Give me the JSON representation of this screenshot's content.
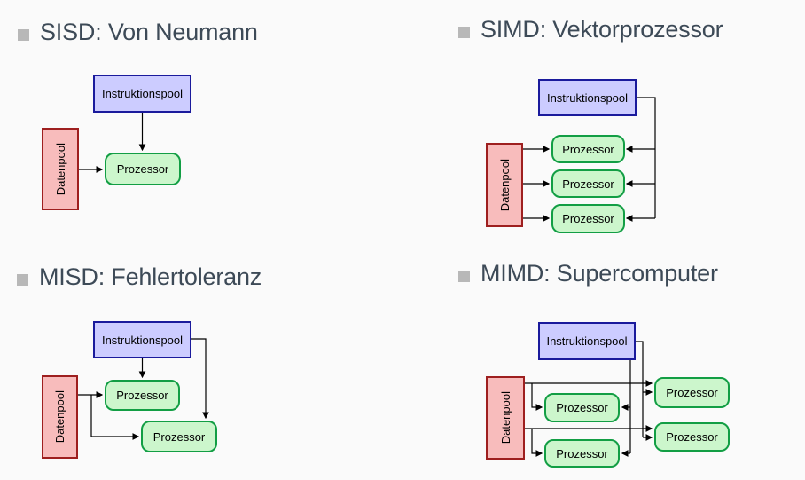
{
  "colors": {
    "background": "#fafafa",
    "title_text": "#3d4a57",
    "bullet": "#b8b8b8",
    "instr_fill": "#ccccff",
    "instr_border": "#1a1a9c",
    "data_fill": "#f8bcbc",
    "data_border": "#9e1f1f",
    "proc_fill": "#ccf6cc",
    "proc_border": "#129e44",
    "edge": "#000000"
  },
  "sections": {
    "sisd": {
      "title": "SISD: Von Neumann",
      "nodes": {
        "instruktionspool": "Instruktionspool",
        "datenpool": "Datenpool",
        "prozessoren": [
          "Prozessor"
        ]
      },
      "edges": [
        "Instruktionspool → Prozessor",
        "Datenpool → Prozessor"
      ]
    },
    "simd": {
      "title": "SIMD: Vektorprozessor",
      "nodes": {
        "instruktionspool": "Instruktionspool",
        "datenpool": "Datenpool",
        "prozessoren": [
          "Prozessor",
          "Prozessor",
          "Prozessor"
        ]
      },
      "edges": [
        "Instruktionspool → Prozessor 1",
        "Instruktionspool → Prozessor 2",
        "Instruktionspool → Prozessor 3",
        "Datenpool → Prozessor 1",
        "Datenpool → Prozessor 2",
        "Datenpool → Prozessor 3"
      ]
    },
    "misd": {
      "title": "MISD: Fehlertoleranz",
      "nodes": {
        "instruktionspool": "Instruktionspool",
        "datenpool": "Datenpool",
        "prozessoren": [
          "Prozessor",
          "Prozessor"
        ]
      },
      "edges": [
        "Instruktionspool → Prozessor 1",
        "Instruktionspool → Prozessor 2",
        "Datenpool → Prozessor 1",
        "Datenpool → Prozessor 2"
      ]
    },
    "mimd": {
      "title": "MIMD: Supercomputer",
      "nodes": {
        "instruktionspool": "Instruktionspool",
        "datenpool": "Datenpool",
        "prozessoren": [
          "Prozessor",
          "Prozessor",
          "Prozessor",
          "Prozessor"
        ]
      },
      "edges": [
        "Instruktionspool → Prozessor 1",
        "Instruktionspool → Prozessor 2",
        "Instruktionspool → Prozessor 3",
        "Instruktionspool → Prozessor 4",
        "Datenpool → Prozessor 1",
        "Datenpool → Prozessor 2",
        "Datenpool → Prozessor 3",
        "Datenpool → Prozessor 4"
      ]
    }
  }
}
